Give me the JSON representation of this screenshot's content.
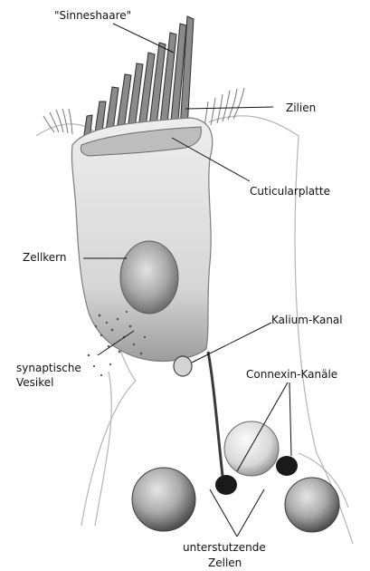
{
  "labels": {
    "sinneshaare": "\"Sinneshaare\"",
    "zilien": "Zilien",
    "cuticularplatte": "Cuticularplatte",
    "zellkern": "Zellkern",
    "kalium_kanal": "Kalium-Kanal",
    "synaptische_line1": "synaptische",
    "synaptische_line2": "Vesikel",
    "connexin_kanaele": "Connexin-Kanäle",
    "unterstuetzende_line1": "unterstutzende",
    "unterstuetzende_line2": "Zellen"
  }
}
